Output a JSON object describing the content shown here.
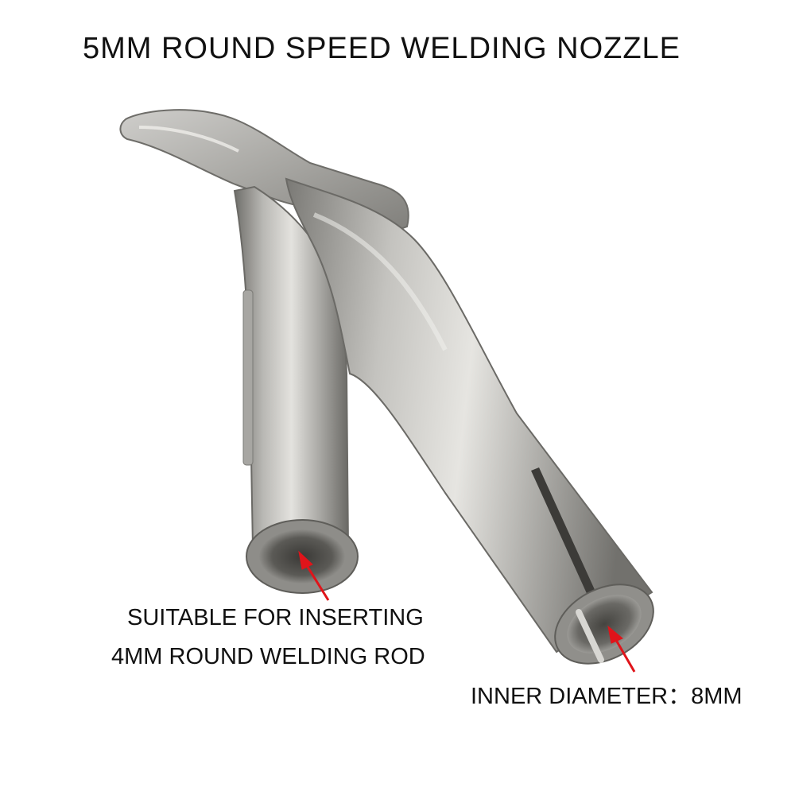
{
  "title": "5MM ROUND SPEED WELDING NOZZLE",
  "annotations": {
    "rod_line_1": "SUITABLE FOR INSERTING",
    "rod_line_2": "4MM ROUND WELDING ROD",
    "inner_diameter": "INNER DIAMETER：8MM"
  },
  "colors": {
    "background": "#ffffff",
    "text": "#111111",
    "arrow": "#e0141a",
    "metal_light": "#d9d9d6",
    "metal_mid": "#a9a8a4",
    "metal_dark": "#6f6e6a"
  }
}
